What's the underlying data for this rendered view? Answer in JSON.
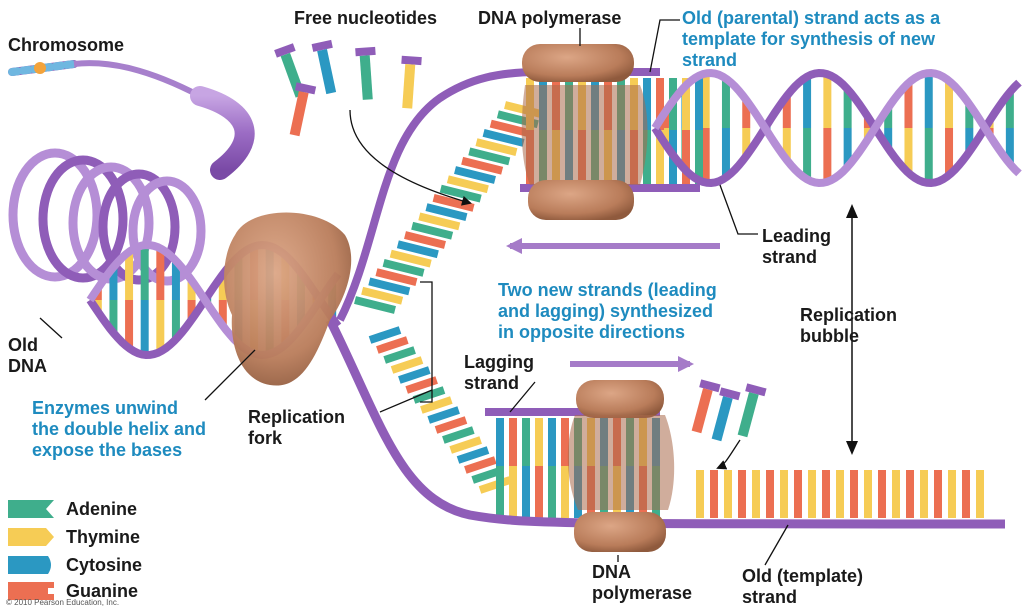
{
  "labels": {
    "chromosome": "Chromosome",
    "free_nucleotides": "Free nucleotides",
    "dna_polymerase_top": "DNA polymerase",
    "old_strand_template": "Old (parental) strand acts as a\ntemplate for synthesis of new\nstrand",
    "leading_strand": "Leading\nstrand",
    "two_new_strands": "Two new strands (leading\nand lagging) synthesized\nin opposite directions",
    "replication_bubble": "Replication\nbubble",
    "old_dna": "Old\nDNA",
    "lagging_strand": "Lagging\nstrand",
    "enzymes_unwind": "Enzymes unwind\nthe double helix and\nexpose the bases",
    "replication_fork": "Replication\nfork",
    "dna_polymerase_bottom": "DNA\npolymerase",
    "old_template_strand": "Old (template)\nstrand"
  },
  "legend": [
    {
      "label": "Adenine",
      "color": "#3fae8c"
    },
    {
      "label": "Thymine",
      "color": "#f6cc55"
    },
    {
      "label": "Cytosine",
      "color": "#2b98c2"
    },
    {
      "label": "Guanine",
      "color": "#ec6f52"
    }
  ],
  "colors": {
    "backbone": "#8f5db8",
    "backbone_light": "#b58ed6",
    "enzyme": "#b97c5a",
    "enzyme_dark": "#8f5a3d",
    "arrow": "#a57bc8",
    "label_blue": "#1e8bbf"
  },
  "copyright": "© 2010 Pearson Education, Inc."
}
